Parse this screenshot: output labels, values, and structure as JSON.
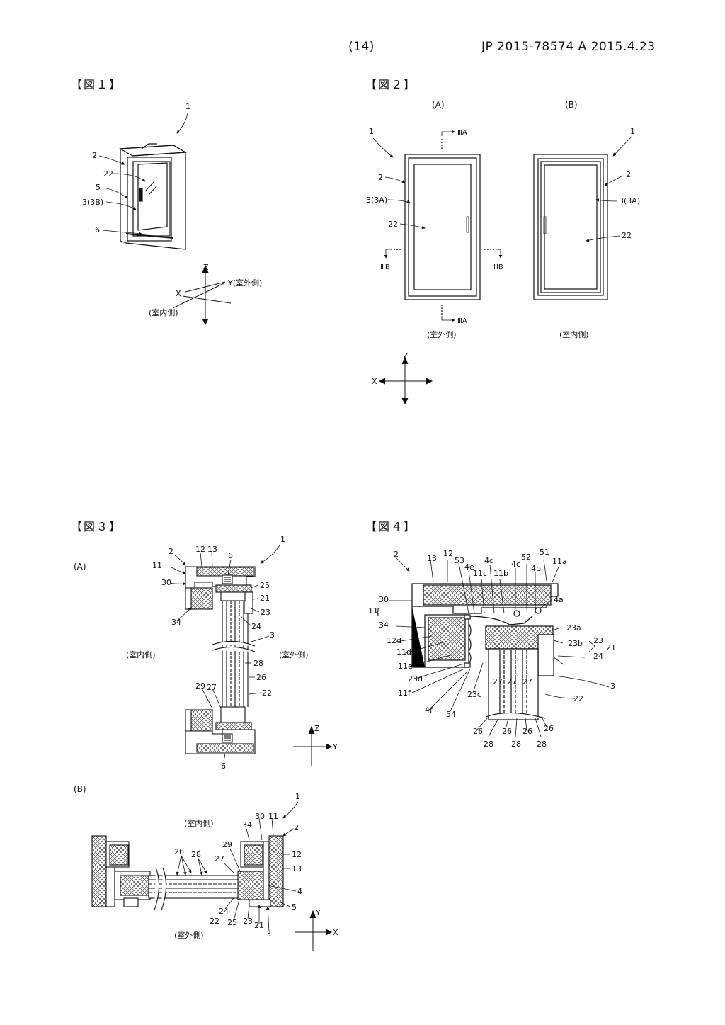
{
  "header": {
    "page_number": "(14)",
    "publication": "JP 2015-78574 A 2015.4.23"
  },
  "figures": {
    "fig1": {
      "label": "【図１】"
    },
    "fig2": {
      "label": "【図２】",
      "sub_a": "(A)",
      "sub_b": "(B)"
    },
    "fig3": {
      "label": "【図３】",
      "sub_a": "(A)",
      "sub_b": "(B)"
    },
    "fig4": {
      "label": "【図４】"
    }
  },
  "terms": {
    "outdoor": "(室外側)",
    "indoor": "(室内側)",
    "y_outdoor": "Y(室外側)",
    "section_3a": "ⅢA",
    "section_3b": "ⅢB"
  },
  "axes": {
    "x": "X",
    "y": "Y",
    "z": "Z"
  },
  "ref_numerals": {
    "n1": "1",
    "n2": "2",
    "n3": "3",
    "n4": "4",
    "n5": "5",
    "n6": "6",
    "n11": "11",
    "n12": "12",
    "n13": "13",
    "n21": "21",
    "n22": "22",
    "n23": "23",
    "n24": "24",
    "n25": "25",
    "n26": "26",
    "n27": "27",
    "n28": "28",
    "n29": "29",
    "n30": "30",
    "n34": "34",
    "n3B": "3(3B)",
    "n3A": "3(3A)",
    "n11a": "11a",
    "n11b": "11b",
    "n11c": "11c",
    "n11d": "11d",
    "n11e": "11e",
    "n11f": "11f",
    "n12d": "12d",
    "n4a": "4a",
    "n4b": "4b",
    "n4c": "4c",
    "n4d": "4d",
    "n4e": "4e",
    "n4f": "4f",
    "n51": "51",
    "n52": "52",
    "n53": "53",
    "n54": "54",
    "n23a": "23a",
    "n23b": "23b",
    "n23c": "23c",
    "n23d": "23d"
  }
}
